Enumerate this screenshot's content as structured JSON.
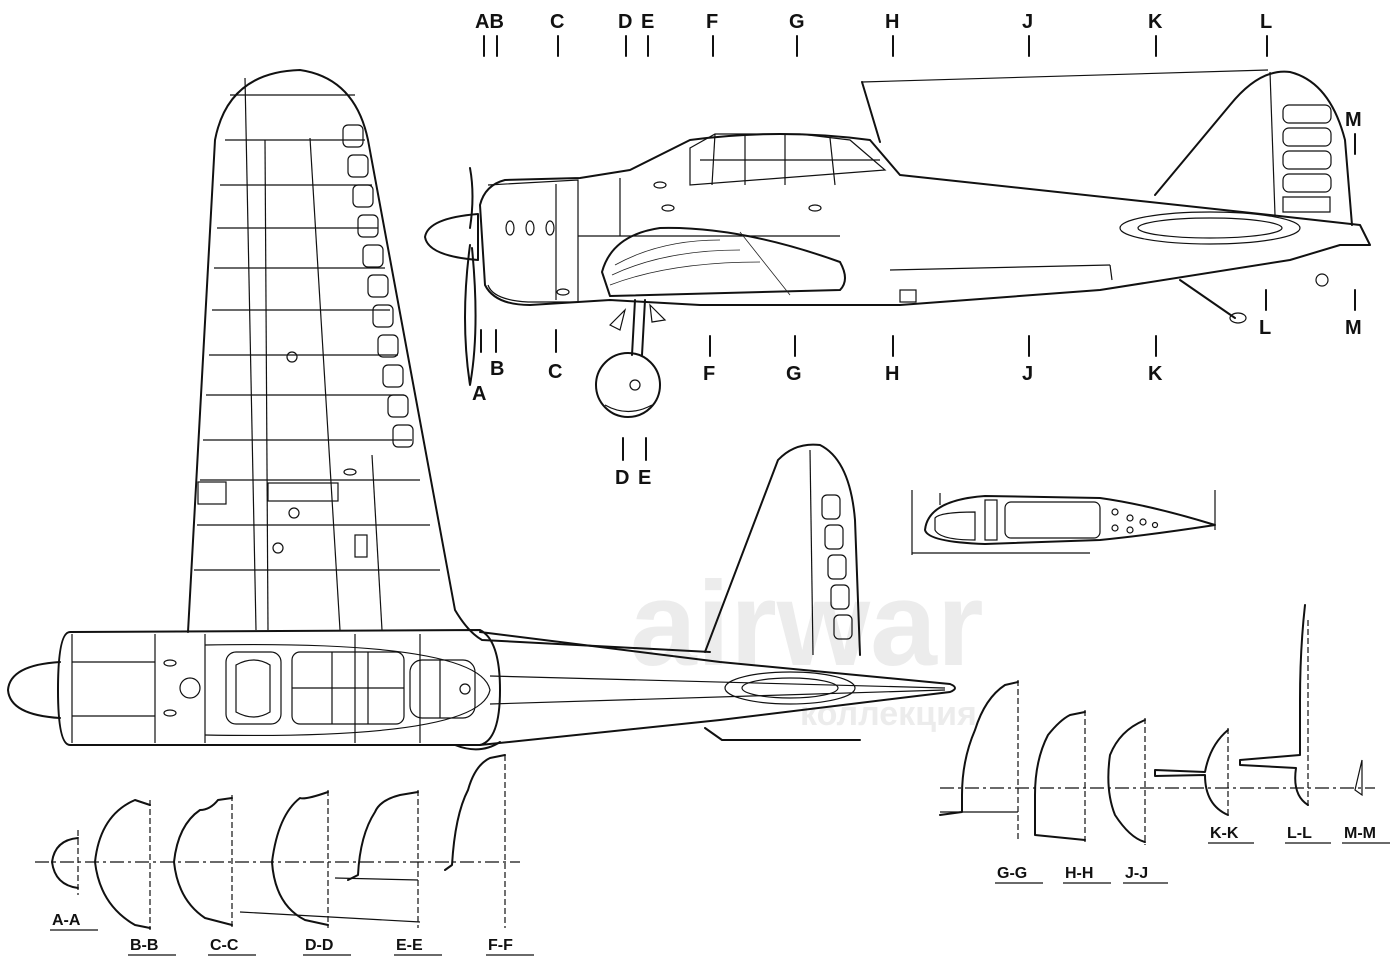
{
  "watermark": {
    "main": "airwar",
    "sub": "коллекция"
  },
  "side_view_stations": {
    "top": [
      "AB",
      "C",
      "D",
      "E",
      "F",
      "G",
      "H",
      "J",
      "K",
      "L",
      "M"
    ],
    "bottom": [
      "A",
      "B",
      "C",
      "F",
      "G",
      "H",
      "J",
      "K",
      "L",
      "M"
    ],
    "gear": [
      "D",
      "E"
    ]
  },
  "section_labels_left": [
    "A-A",
    "B-B",
    "C-C",
    "D-D",
    "E-E",
    "F-F"
  ],
  "section_labels_right": [
    "G-G",
    "H-H",
    "J-J",
    "K-K",
    "L-L",
    "M-M"
  ],
  "colors": {
    "line": "#111111",
    "background": "#ffffff"
  }
}
